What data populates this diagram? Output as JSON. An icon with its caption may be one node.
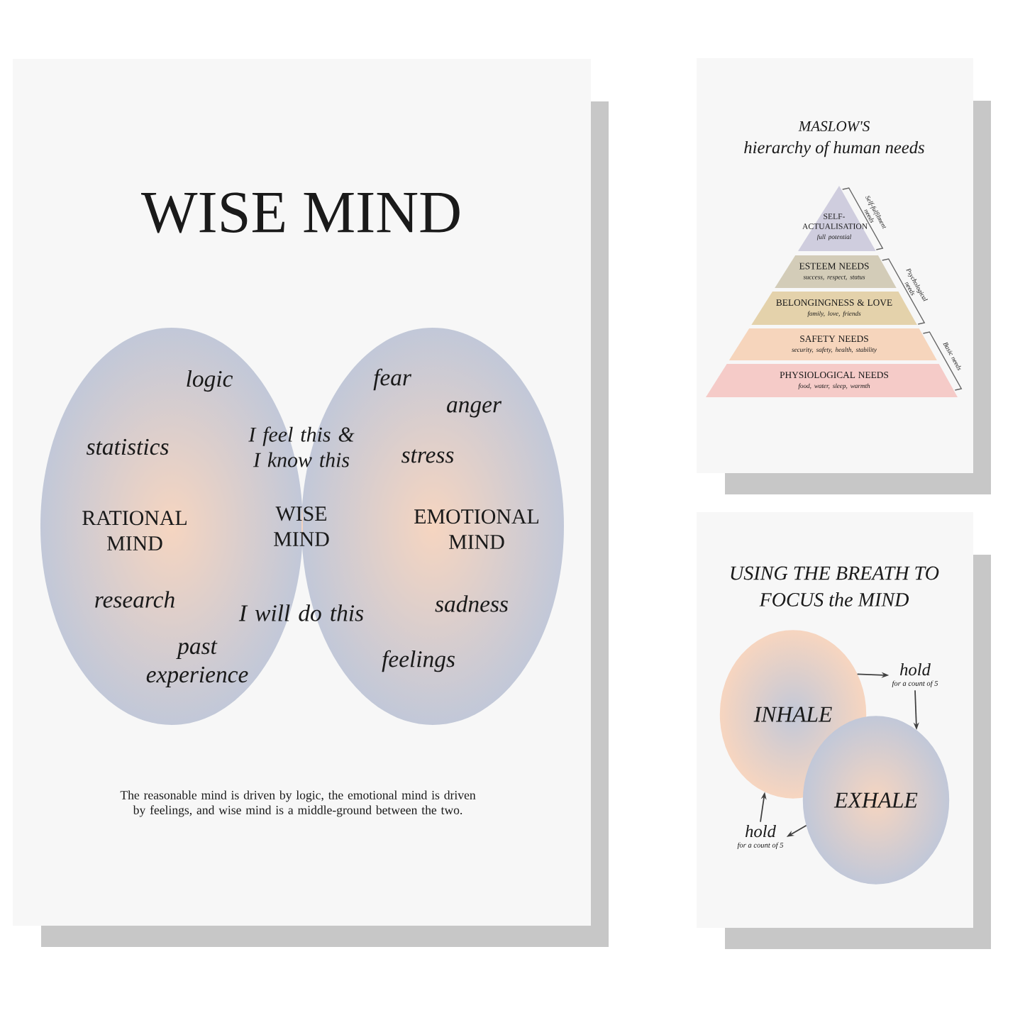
{
  "diagram": {
    "title": "WISE MIND",
    "caption": "The reasonable mind is driven by logic, the emotional mind is driven by feelings, and wise mind is a middle-ground between the two.",
    "nodes": [
      {
        "text": [
          "RATIONAL MIND",
          "logic",
          "statistics",
          "research",
          "past experience"
        ]
      },
      {
        "text": [
          "I feel this & I know this",
          "WISE MIND",
          "I will do this"
        ]
      },
      {
        "text": [
          "EMOTIONAL MIND",
          "fear",
          "anger",
          "stress",
          "sadness",
          "feelings"
        ]
      },
      {
        "text": [
          "SELF- ACTUALISATION",
          "full potential"
        ]
      },
      {
        "text": [
          "ESTEEM NEEDS",
          "success, respect, status"
        ]
      },
      {
        "text": [
          "BELONGINGNESS & LOVE",
          "family, love, friends"
        ]
      },
      {
        "text": [
          "SAFETY NEEDS",
          "security, safety, health, stability"
        ]
      },
      {
        "text": [
          "PHYSIOLOGICAL NEEDS",
          "food, water, sleep, warmth"
        ]
      },
      {
        "text": [
          "INHALE"
        ]
      },
      {
        "text": [
          "EXHALE"
        ]
      },
      {
        "text": [
          "hold",
          "for a count of 5"
        ]
      },
      {
        "text": [
          "hold",
          "for a count of 5"
        ]
      }
    ],
    "edges": [
      {
        "from": 8,
        "to": 10,
        "arrow": "to"
      },
      {
        "from": 10,
        "to": 9,
        "arrow": "to"
      },
      {
        "from": 9,
        "to": 11,
        "arrow": "to"
      },
      {
        "from": 11,
        "to": 8,
        "arrow": "to"
      }
    ],
    "labels": [
      "MASLOW'S",
      "hierarchy of human needs",
      "Self-fulfilment needs",
      "Psychological needs",
      "Basic needs",
      "USING THE BREATH TO",
      "FOCUS the MIND"
    ]
  }
}
